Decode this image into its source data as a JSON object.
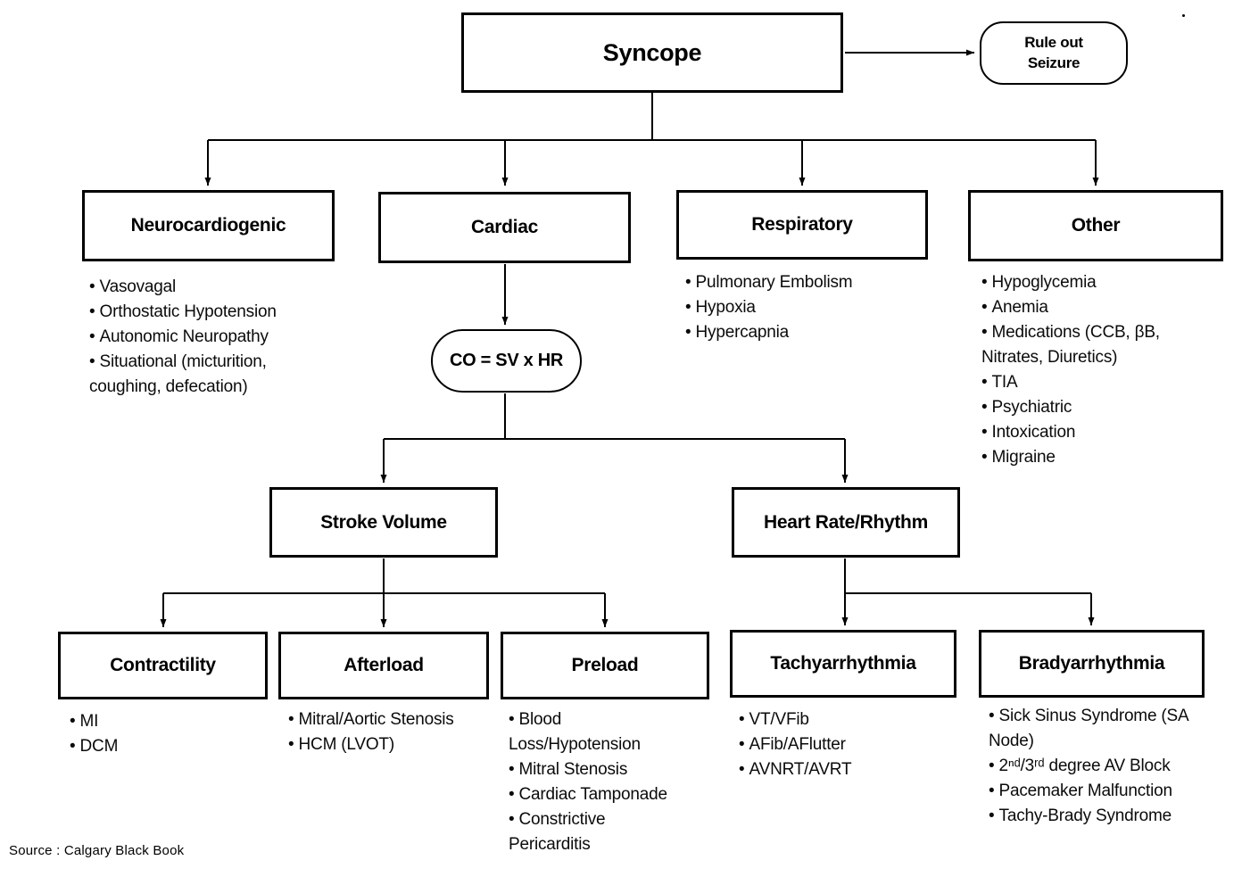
{
  "nodes": {
    "syncope": {
      "label": "Syncope"
    },
    "rule_out": {
      "label": "Rule out Seizure"
    },
    "neurocardiogenic": {
      "label": "Neurocardiogenic",
      "items": [
        "Vasovagal",
        "Orthostatic Hypotension",
        "Autonomic Neuropathy",
        "Situational (micturition, coughing, defecation)"
      ]
    },
    "cardiac": {
      "label": "Cardiac"
    },
    "respiratory": {
      "label": "Respiratory",
      "items": [
        "Pulmonary Embolism",
        "Hypoxia",
        "Hypercapnia"
      ]
    },
    "other": {
      "label": "Other",
      "items": [
        "Hypoglycemia",
        "Anemia",
        "Medications (CCB, βB, Nitrates, Diuretics)",
        "TIA",
        "Psychiatric",
        "Intoxication",
        "Migraine"
      ]
    },
    "formula": {
      "label": "CO = SV x HR"
    },
    "stroke_volume": {
      "label": "Stroke Volume"
    },
    "heart_rate": {
      "label": "Heart Rate/Rhythm"
    },
    "contractility": {
      "label": "Contractility",
      "items": [
        "MI",
        "DCM"
      ]
    },
    "afterload": {
      "label": "Afterload",
      "items": [
        "Mitral/Aortic Stenosis",
        "HCM (LVOT)"
      ]
    },
    "preload": {
      "label": "Preload",
      "items": [
        "Blood Loss/Hypotension",
        "Mitral Stenosis",
        "Cardiac Tamponade",
        "Constrictive Pericarditis"
      ]
    },
    "tachyarrhythmia": {
      "label": "Tachyarrhythmia",
      "items": [
        "VT/VFib",
        "AFib/AFlutter",
        "AVNRT/AVRT"
      ]
    },
    "bradyarrhythmia": {
      "label": "Bradyarrhythmia",
      "items": [
        "Sick Sinus Syndrome (SA Node)",
        "2ⁿᵈ/3ʳᵈ degree AV Block",
        "Pacemaker Malfunction",
        "Tachy-Brady Syndrome"
      ]
    }
  },
  "source": "Source : Calgary Black Book"
}
